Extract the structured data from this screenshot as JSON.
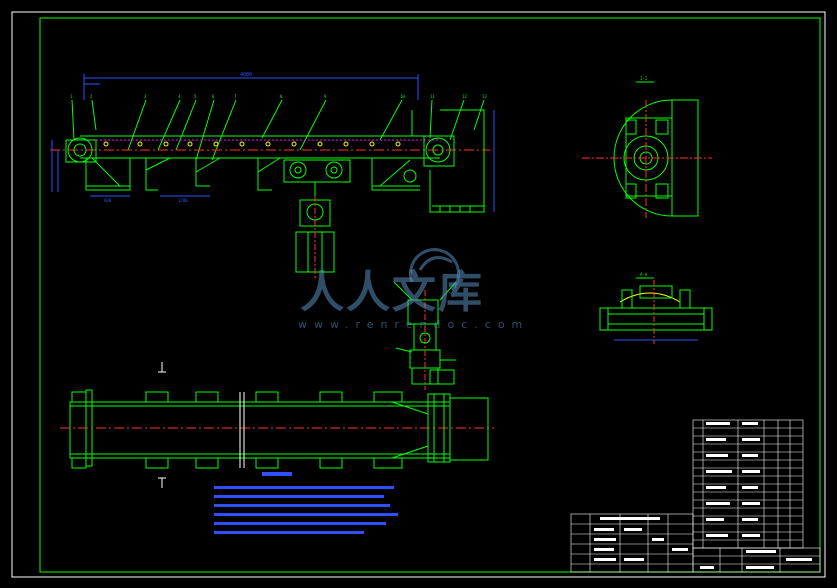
{
  "watermark": {
    "text": "人人文库",
    "url": "www.renrendoc.com"
  },
  "colors": {
    "background": "#000000",
    "frame": "#ffffff",
    "outline": "#00ff00",
    "centerline": "#ff3030",
    "dimension": "#3050ff",
    "accent_yellow": "#ffff00",
    "accent_magenta": "#ff00ff",
    "watermark": "#5a8fc0"
  },
  "views": {
    "front_view": "conveyor-elevation",
    "plan_view": "conveyor-plan",
    "section_top": "drum-section",
    "section_mid": "idler-section",
    "drive_view": "drive-unit"
  },
  "icons": {
    "watermark_logo": "swirl-logo-icon"
  }
}
